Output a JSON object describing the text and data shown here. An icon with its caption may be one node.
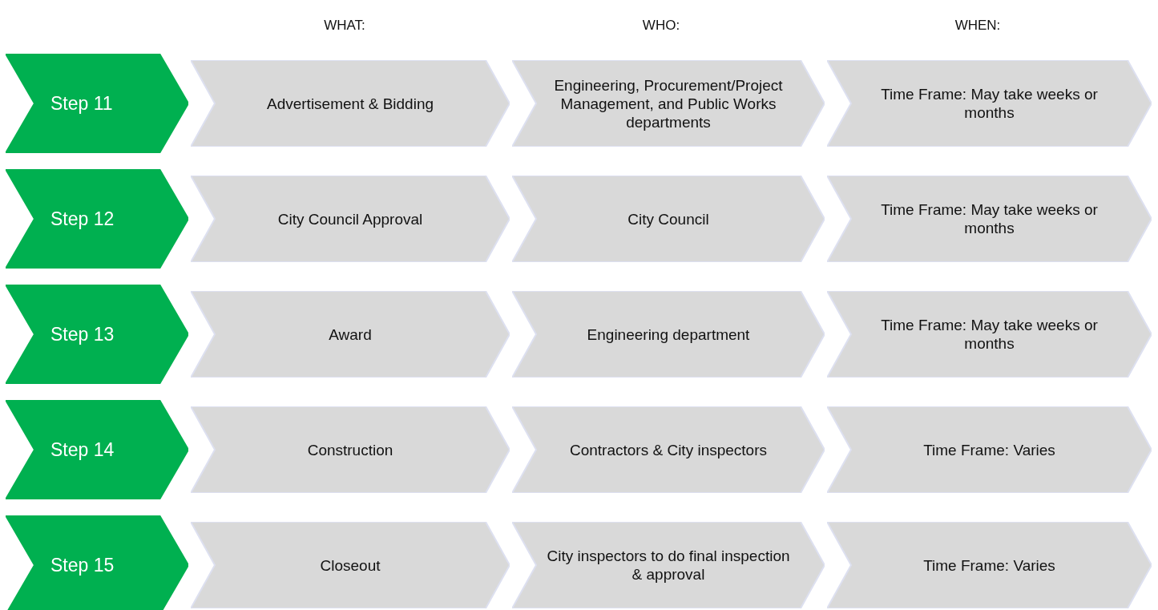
{
  "diagram": {
    "nodes": [
      {
        "text": [
          "Step 11"
        ]
      },
      {
        "text": [
          "Advertisement & Bidding"
        ]
      },
      {
        "text": [
          "Engineering, Procurement/Project Management, and Public Works departments"
        ]
      },
      {
        "text": [
          "Time Frame: May take weeks or months"
        ]
      },
      {
        "text": [
          "Step 12"
        ]
      },
      {
        "text": [
          "City Council Approval"
        ]
      },
      {
        "text": [
          "City Council"
        ]
      },
      {
        "text": [
          "Time Frame: May take weeks or months"
        ]
      },
      {
        "text": [
          "Step 13"
        ]
      },
      {
        "text": [
          "Award"
        ]
      },
      {
        "text": [
          "Engineering department"
        ]
      },
      {
        "text": [
          "Time Frame: May take weeks or months"
        ]
      },
      {
        "text": [
          "Step 14"
        ]
      },
      {
        "text": [
          "Construction"
        ]
      },
      {
        "text": [
          "Contractors & City inspectors"
        ]
      },
      {
        "text": [
          "Time Frame: Varies"
        ]
      },
      {
        "text": [
          "Step 15"
        ]
      },
      {
        "text": [
          "Closeout"
        ]
      },
      {
        "text": [
          "City inspectors to do final inspection & approval"
        ]
      },
      {
        "text": [
          "Time Frame: Varies"
        ]
      }
    ],
    "labels": [
      "WHAT:",
      "WHO:",
      "WHEN:"
    ]
  }
}
